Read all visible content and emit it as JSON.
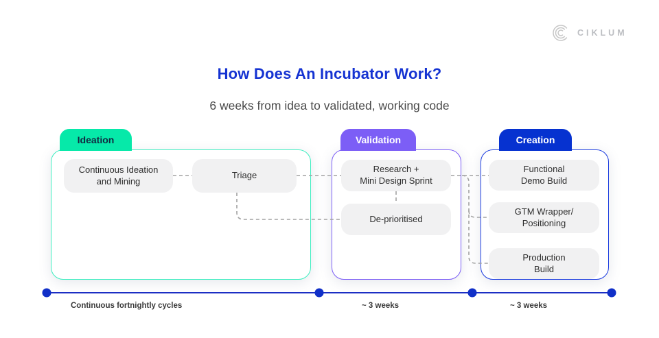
{
  "brand": {
    "name": "CIKLUM",
    "logo_icon": "ciklum-arcs-logo",
    "logo_color": "#c6c6c6"
  },
  "header": {
    "title": "How Does An Incubator Work?",
    "subtitle": "6 weeks from idea to validated, working code",
    "title_color": "#1533d2"
  },
  "phases": [
    {
      "label": "Ideation",
      "tab_color": "#06e9a9",
      "tab_text_color": "#122840",
      "border_color": "#3ceec0",
      "steps": [
        {
          "lines": [
            "Continuous Ideation",
            "and Mining"
          ]
        },
        {
          "lines": [
            "Triage",
            ""
          ]
        }
      ]
    },
    {
      "label": "Validation",
      "tab_color": "#7c5ef6",
      "tab_text_color": "#ffffff",
      "border_color": "#7c5ef6",
      "steps": [
        {
          "lines": [
            "Research +",
            "Mini Design Sprint"
          ]
        },
        {
          "lines": [
            "De-prioritised",
            ""
          ]
        }
      ]
    },
    {
      "label": "Creation",
      "tab_color": "#0632d0",
      "tab_text_color": "#ffffff",
      "border_color": "#1a3bdf",
      "steps": [
        {
          "lines": [
            "Functional",
            "Demo Build"
          ]
        },
        {
          "lines": [
            "GTM Wrapper/",
            "Positioning"
          ]
        },
        {
          "lines": [
            "Production",
            "Build"
          ]
        }
      ]
    }
  ],
  "connectors": {
    "style": "dashed",
    "color": "#a2a2a2"
  },
  "timeline": {
    "color": "#1b2ec4",
    "labels": [
      "Continuous fortnightly cycles",
      "~ 3 weeks",
      "~ 3 weeks"
    ]
  }
}
